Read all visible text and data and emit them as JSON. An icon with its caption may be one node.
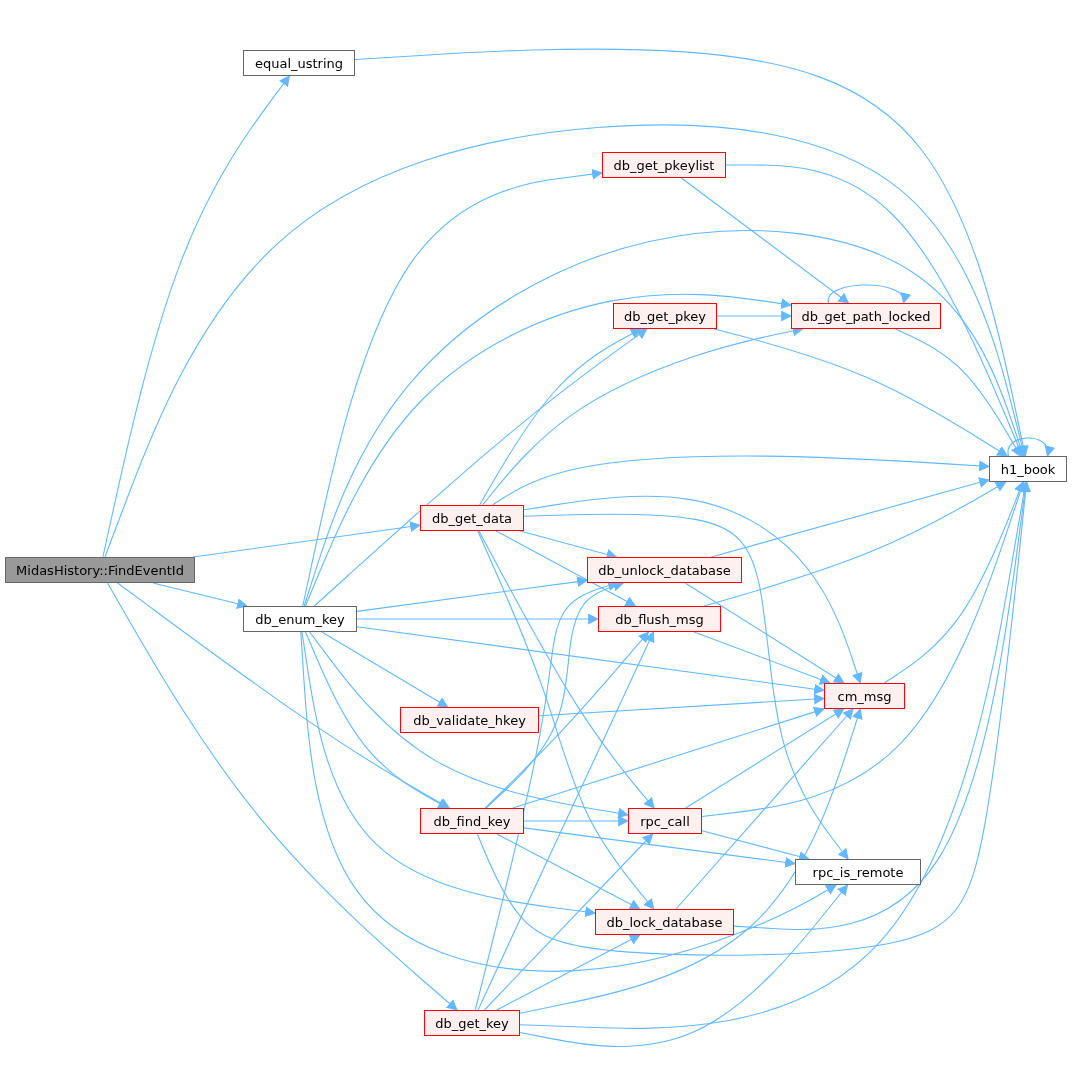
{
  "diagram": {
    "nodes": [
      {
        "text": [
          "MidasHistory::FindEventId"
        ]
      },
      {
        "text": [
          "equal_ustring"
        ]
      },
      {
        "text": [
          "db_get_pkeylist"
        ]
      },
      {
        "text": [
          "db_get_pkey"
        ]
      },
      {
        "text": [
          "db_get_path_locked"
        ]
      },
      {
        "text": [
          "h1_book"
        ]
      },
      {
        "text": [
          "db_get_data"
        ]
      },
      {
        "text": [
          "db_enum_key"
        ]
      },
      {
        "text": [
          "db_unlock_database"
        ]
      },
      {
        "text": [
          "db_flush_msg"
        ]
      },
      {
        "text": [
          "cm_msg"
        ]
      },
      {
        "text": [
          "db_validate_hkey"
        ]
      },
      {
        "text": [
          "db_find_key"
        ]
      },
      {
        "text": [
          "rpc_call"
        ]
      },
      {
        "text": [
          "rpc_is_remote"
        ]
      },
      {
        "text": [
          "db_lock_database"
        ]
      },
      {
        "text": [
          "db_get_key"
        ]
      }
    ],
    "edges": [
      {
        "from": 0,
        "to": 1,
        "arrow": "to"
      },
      {
        "from": 0,
        "to": 5,
        "arrow": "to"
      },
      {
        "from": 0,
        "to": 6,
        "arrow": "to"
      },
      {
        "from": 0,
        "to": 7,
        "arrow": "to"
      },
      {
        "from": 0,
        "to": 12,
        "arrow": "to"
      },
      {
        "from": 0,
        "to": 16,
        "arrow": "to"
      },
      {
        "from": 1,
        "to": 5,
        "arrow": "to"
      },
      {
        "from": 2,
        "to": 5,
        "arrow": "to"
      },
      {
        "from": 2,
        "to": 4,
        "arrow": "to"
      },
      {
        "from": 3,
        "to": 4,
        "arrow": "to"
      },
      {
        "from": 3,
        "to": 5,
        "arrow": "to"
      },
      {
        "from": 4,
        "to": 4,
        "arrow": "to"
      },
      {
        "from": 4,
        "to": 5,
        "arrow": "to"
      },
      {
        "from": 5,
        "to": 5,
        "arrow": "to"
      },
      {
        "from": 6,
        "to": 3,
        "arrow": "to"
      },
      {
        "from": 6,
        "to": 4,
        "arrow": "to"
      },
      {
        "from": 6,
        "to": 5,
        "arrow": "to"
      },
      {
        "from": 6,
        "to": 10,
        "arrow": "to"
      },
      {
        "from": 6,
        "to": 14,
        "arrow": "to"
      },
      {
        "from": 6,
        "to": 8,
        "arrow": "to"
      },
      {
        "from": 6,
        "to": 9,
        "arrow": "to"
      },
      {
        "from": 6,
        "to": 13,
        "arrow": "to"
      },
      {
        "from": 6,
        "to": 15,
        "arrow": "to"
      },
      {
        "from": 7,
        "to": 2,
        "arrow": "to"
      },
      {
        "from": 7,
        "to": 5,
        "arrow": "to"
      },
      {
        "from": 7,
        "to": 4,
        "arrow": "to"
      },
      {
        "from": 7,
        "to": 3,
        "arrow": "to"
      },
      {
        "from": 7,
        "to": 8,
        "arrow": "to"
      },
      {
        "from": 7,
        "to": 9,
        "arrow": "to"
      },
      {
        "from": 7,
        "to": 10,
        "arrow": "to"
      },
      {
        "from": 7,
        "to": 11,
        "arrow": "to"
      },
      {
        "from": 7,
        "to": 12,
        "arrow": "to"
      },
      {
        "from": 7,
        "to": 13,
        "arrow": "to"
      },
      {
        "from": 7,
        "to": 15,
        "arrow": "to"
      },
      {
        "from": 7,
        "to": 14,
        "arrow": "to"
      },
      {
        "from": 12,
        "to": 8,
        "arrow": "to"
      },
      {
        "from": 12,
        "to": 9,
        "arrow": "to"
      },
      {
        "from": 12,
        "to": 10,
        "arrow": "to"
      },
      {
        "from": 12,
        "to": 13,
        "arrow": "to"
      },
      {
        "from": 12,
        "to": 14,
        "arrow": "to"
      },
      {
        "from": 12,
        "to": 15,
        "arrow": "to"
      },
      {
        "from": 12,
        "to": 5,
        "arrow": "to"
      },
      {
        "from": 13,
        "to": 10,
        "arrow": "to"
      },
      {
        "from": 13,
        "to": 5,
        "arrow": "to"
      },
      {
        "from": 13,
        "to": 14,
        "arrow": "to"
      },
      {
        "from": 8,
        "to": 5,
        "arrow": "to"
      },
      {
        "from": 8,
        "to": 10,
        "arrow": "to"
      },
      {
        "from": 9,
        "to": 5,
        "arrow": "to"
      },
      {
        "from": 9,
        "to": 10,
        "arrow": "to"
      },
      {
        "from": 10,
        "to": 5,
        "arrow": "to"
      },
      {
        "from": 11,
        "to": 10,
        "arrow": "to"
      },
      {
        "from": 15,
        "to": 10,
        "arrow": "to"
      },
      {
        "from": 15,
        "to": 5,
        "arrow": "to"
      },
      {
        "from": 16,
        "to": 8,
        "arrow": "to"
      },
      {
        "from": 16,
        "to": 9,
        "arrow": "to"
      },
      {
        "from": 16,
        "to": 13,
        "arrow": "to"
      },
      {
        "from": 16,
        "to": 15,
        "arrow": "to"
      },
      {
        "from": 16,
        "to": 10,
        "arrow": "to"
      },
      {
        "from": 16,
        "to": 14,
        "arrow": "to"
      },
      {
        "from": 16,
        "to": 5,
        "arrow": "to"
      }
    ]
  }
}
